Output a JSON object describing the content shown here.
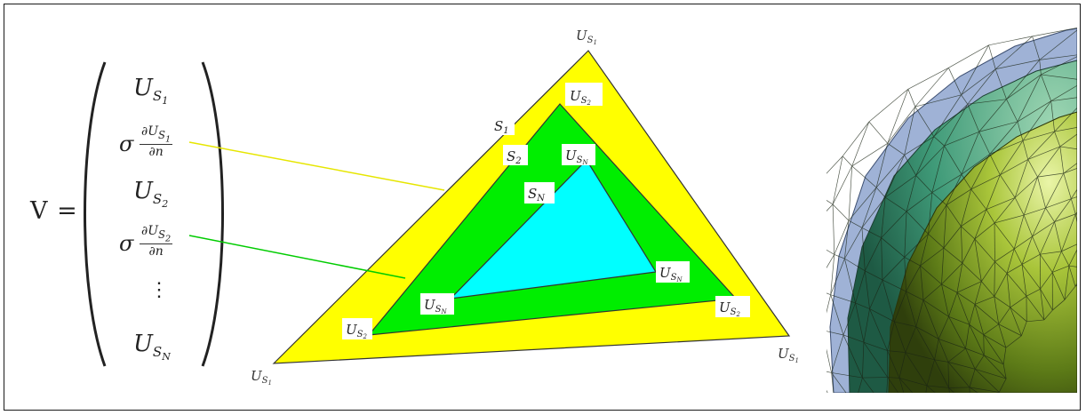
{
  "equation": {
    "lhs": "V =",
    "entries": [
      {
        "type": "value",
        "base": "U",
        "sub": "S",
        "subsub": "1"
      },
      {
        "type": "normal-derivative",
        "coef": "σ",
        "numerator": "∂U",
        "num_sub": "S",
        "num_subsub": "1",
        "denominator": "∂n"
      },
      {
        "type": "value",
        "base": "U",
        "sub": "S",
        "subsub": "2"
      },
      {
        "type": "normal-derivative",
        "coef": "σ",
        "numerator": "∂U",
        "num_sub": "S",
        "num_subsub": "2",
        "denominator": "∂n"
      },
      {
        "type": "ellipsis",
        "text": "⋮"
      },
      {
        "type": "value",
        "base": "U",
        "sub": "S",
        "subsub": "N"
      }
    ]
  },
  "triangle": {
    "layers": [
      {
        "name": "S1",
        "fill": "#ffff00",
        "vertex_label": "U_S1"
      },
      {
        "name": "S2",
        "fill": "#00ee00",
        "vertex_label": "U_S2"
      },
      {
        "name": "SN",
        "fill": "#00ffff",
        "vertex_label": "U_SN"
      }
    ],
    "surface_labels": [
      "S1",
      "S2",
      "SN"
    ],
    "connector_colors": {
      "s1": "#e6e600",
      "s2": "#00cc00"
    },
    "outline_color": "#333333"
  },
  "labels": {
    "outer_top": {
      "b": "U",
      "s": "S",
      "ss": "1"
    },
    "outer_left": {
      "b": "U",
      "s": "S",
      "ss": "1"
    },
    "outer_right": {
      "b": "U",
      "s": "S",
      "ss": "1"
    },
    "s1_name": {
      "b": "S",
      "s": "1"
    },
    "s2_name": {
      "b": "S",
      "s": "2"
    },
    "sn_name": {
      "b": "S",
      "s": "N"
    },
    "green_top": {
      "b": "U",
      "s": "S",
      "ss": "2"
    },
    "green_left": {
      "b": "U",
      "s": "S",
      "ss": "2"
    },
    "green_right": {
      "b": "U",
      "s": "S",
      "ss": "2"
    },
    "cyan_top": {
      "b": "U",
      "s": "S",
      "ss": "N"
    },
    "cyan_left": {
      "b": "U",
      "s": "S",
      "ss": "N"
    },
    "cyan_right": {
      "b": "U",
      "s": "S",
      "ss": "N"
    }
  },
  "mesh": {
    "outer_color": "#9fb2d6",
    "middle_color": "#3f9a78",
    "inner_color": "#6f9a1e"
  }
}
